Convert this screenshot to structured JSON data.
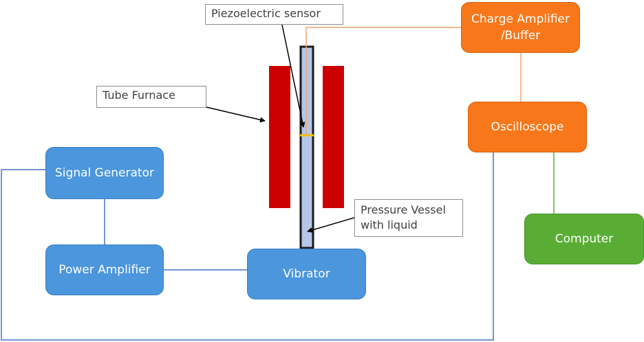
{
  "boxes": {
    "signal_generator": "Signal Generator",
    "power_amplifier": "Power Amplifier",
    "vibrator": "Vibrator",
    "charge_amplifier": "Charge Amplifier\n/Buffer",
    "oscilloscope": "Oscilloscope",
    "computer": "Computer"
  },
  "labels": {
    "piezo": "Piezoelectric sensor",
    "furnace": "Tube Furnace",
    "vessel_line1": "Pressure Vessel",
    "vessel_line2": "with liquid"
  },
  "colors": {
    "blue_box": "#4b96dc",
    "orange_box": "#f7771a",
    "green_box": "#5aad34",
    "furnace": "#cc0000",
    "vessel_fill": "#b4c7e7",
    "blue_wire": "#4472c4",
    "orange_wire": "#f4a36c",
    "green_wire": "#5aad34",
    "sensor": "#ffc000"
  }
}
